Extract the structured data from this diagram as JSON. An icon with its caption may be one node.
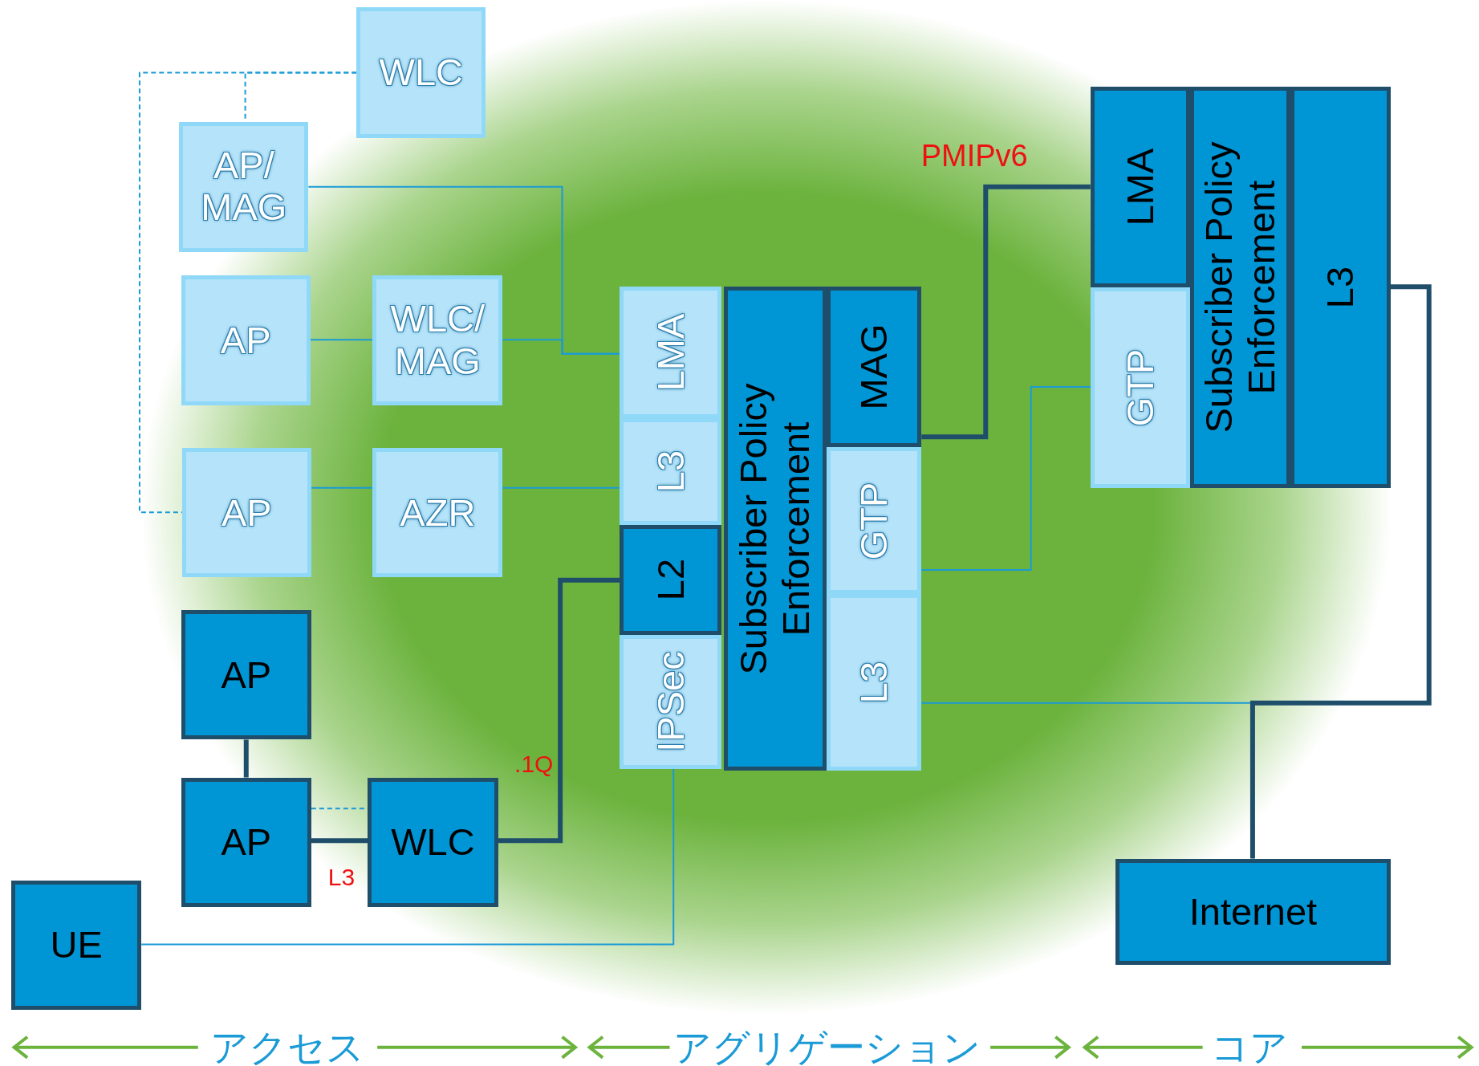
{
  "diagram": {
    "nodes": [
      {
        "text": [
          "WLC"
        ]
      },
      {
        "text": [
          "AP/ MAG"
        ]
      },
      {
        "text": [
          "AP"
        ]
      },
      {
        "text": [
          "WLC/ MAG"
        ]
      },
      {
        "text": [
          "AP"
        ]
      },
      {
        "text": [
          "AZR"
        ]
      },
      {
        "text": [
          "AP"
        ]
      },
      {
        "text": [
          "AP"
        ]
      },
      {
        "text": [
          "WLC"
        ]
      },
      {
        "text": [
          "UE"
        ]
      },
      {
        "text": [
          "LMA"
        ]
      },
      {
        "text": [
          "L3"
        ]
      },
      {
        "text": [
          "L2"
        ]
      },
      {
        "text": [
          "IPSec"
        ]
      },
      {
        "text": [
          "Subscriber Policy Enforcement"
        ]
      },
      {
        "text": [
          "MAG"
        ]
      },
      {
        "text": [
          "GTP"
        ]
      },
      {
        "text": [
          "L3"
        ]
      },
      {
        "text": [
          "LMA"
        ]
      },
      {
        "text": [
          "GTP"
        ]
      },
      {
        "text": [
          "Subscriber Policy Enforcement"
        ]
      },
      {
        "text": [
          "L3"
        ]
      },
      {
        "text": [
          "Internet"
        ]
      }
    ],
    "edges": [
      {
        "from": 0,
        "to": 1,
        "arrow": "none",
        "style": "dashed"
      },
      {
        "from": 0,
        "to": 4,
        "arrow": "none",
        "style": "dashed"
      },
      {
        "from": 1,
        "to": 10,
        "arrow": "none"
      },
      {
        "from": 2,
        "to": 3,
        "arrow": "none"
      },
      {
        "from": 3,
        "to": 10,
        "arrow": "none"
      },
      {
        "from": 4,
        "to": 5,
        "arrow": "none"
      },
      {
        "from": 5,
        "to": 11,
        "arrow": "none"
      },
      {
        "from": 6,
        "to": 7,
        "arrow": "none",
        "style": "thick",
        "color": "#1f4e6b"
      },
      {
        "from": 7,
        "to": 8,
        "arrow": "none",
        "label": "L3",
        "style": "thick",
        "color": "#1f4e6b"
      },
      {
        "from": 7,
        "to": 8,
        "arrow": "none",
        "style": "dashed"
      },
      {
        "from": 8,
        "to": 12,
        "arrow": "none",
        "label": ".1Q",
        "style": "thick",
        "color": "#1f4e6b"
      },
      {
        "from": 9,
        "to": 13,
        "arrow": "none"
      },
      {
        "from": 15,
        "to": 18,
        "arrow": "none",
        "label": "PMIPv6",
        "style": "thick",
        "color": "#1f4e6b"
      },
      {
        "from": 16,
        "to": 19,
        "arrow": "none"
      },
      {
        "from": 17,
        "to": 22,
        "arrow": "none"
      },
      {
        "from": 21,
        "to": 22,
        "arrow": "none",
        "style": "thick",
        "color": "#1f4e6b"
      }
    ],
    "labels": [
      "アクセス",
      "アグリゲーション",
      "コア"
    ]
  }
}
